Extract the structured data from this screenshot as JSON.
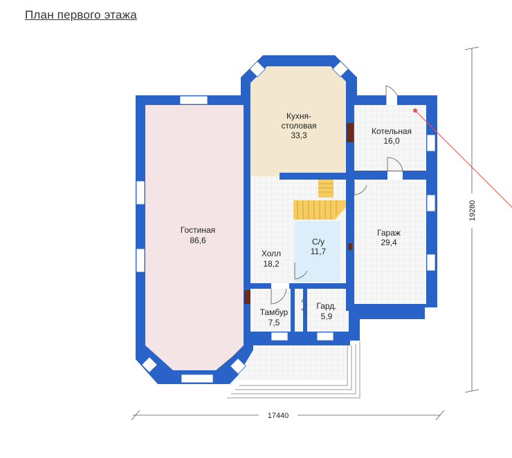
{
  "title": "План первого этажа",
  "colors": {
    "wall": "#2a63c8",
    "living": "#f4e4e6",
    "kitchen": "#f3e8cf",
    "bath": "#dbeef9",
    "grid_floor": "#f3f3f3",
    "stairs": "#f7cd63",
    "pointer": "#e05555"
  },
  "rooms": {
    "living": {
      "name": "Гостиная",
      "area": "86,6"
    },
    "kitchen": {
      "name1": "Кухня-",
      "name2": "столовая",
      "area": "33,3"
    },
    "boiler": {
      "name": "Котельная",
      "area": "16,0"
    },
    "garage": {
      "name": "Гараж",
      "area": "29,4"
    },
    "bath": {
      "name": "С/у",
      "area": "11,7"
    },
    "hall": {
      "name": "Холл",
      "area": "18,2"
    },
    "vestibule": {
      "name": "Тамбур",
      "area": "7,5"
    },
    "wardrobe": {
      "name": "Гард.",
      "area": "5,9"
    }
  },
  "dimensions": {
    "width": "17440",
    "height": "19280"
  }
}
